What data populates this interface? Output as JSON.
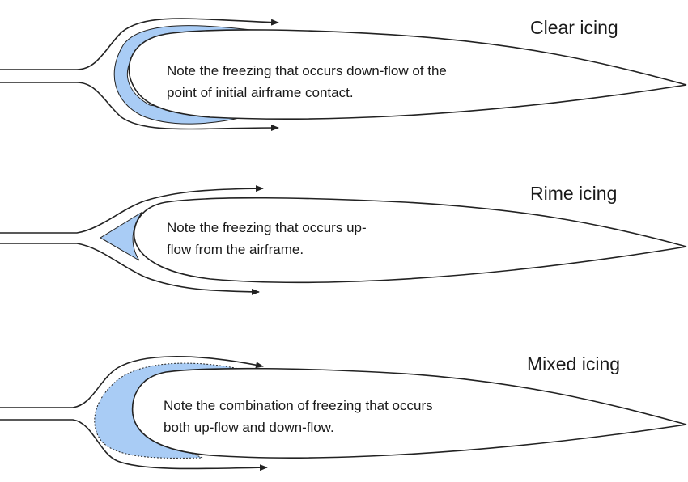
{
  "colors": {
    "ice": "#a9ccf5",
    "outline": "#222222",
    "background": "#ffffff"
  },
  "panels": [
    {
      "title": "Clear icing",
      "note_lines": [
        "Note the freezing that occurs down-flow of the",
        "point of initial airframe contact."
      ]
    },
    {
      "title": "Rime icing",
      "note_lines": [
        "Note the freezing that occurs up-",
        "flow from the airframe."
      ]
    },
    {
      "title": "Mixed icing",
      "note_lines": [
        "Note the combination of freezing that occurs",
        "both up-flow and down-flow."
      ]
    }
  ]
}
